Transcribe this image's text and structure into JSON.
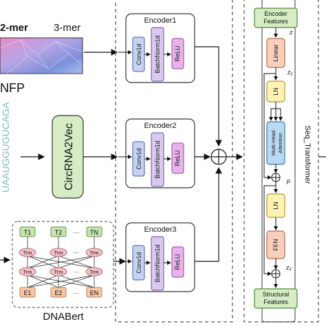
{
  "nfp": {
    "kmer_left": "2-mer",
    "kmer_right": "3-mer",
    "label": "NFP"
  },
  "sequence_text": "UAAUGGUGUCAGA",
  "circrna2vec": {
    "label": "CircRNA2Vec"
  },
  "dnabert": {
    "label": "DNABert",
    "top_tokens": [
      "T1",
      "T2",
      "···",
      "TN"
    ],
    "bottom_tokens": [
      "E1",
      "E2",
      "···",
      "EN"
    ],
    "node_label": "Trm",
    "ellipsis": "···"
  },
  "encoders": [
    {
      "title": "Encoder1",
      "conv": "Conv1d",
      "norm": "BatchNorm1d",
      "act": "ReLU"
    },
    {
      "title": "Encoder2",
      "conv": "Conv1d",
      "norm": "BatchNorm1d",
      "act": "ReLU"
    },
    {
      "title": "Encoder3",
      "conv": "Conv1d",
      "norm": "BatchNorm1d",
      "act": "ReLU"
    }
  ],
  "seq_transformer": {
    "label": "Seq_Transformer",
    "input_box": "Encoder Features",
    "linear": "Linear",
    "ln1": "LN",
    "attention": "Multi-Head Attention",
    "ln2": "LN",
    "ffn": "FFN",
    "output_box": "Structural Features",
    "sym_z": "z",
    "sym_z1": "z₁",
    "sym_p": "p",
    "sym_z2": "z₂"
  },
  "colors": {
    "conv_fill": "#c7d3f2",
    "norm_fill": "#d9c9ef",
    "relu_fill": "#e8b2ec",
    "green_fill": "#d6ecc4",
    "ln_fill": "#fff2b3",
    "ffn_fill": "#f8cfbd",
    "attn_fill": "#b9d8f2",
    "token_green": "#c6e3b0",
    "token_orange": "#f6c7a7",
    "trm_fill": "#f3c0c8"
  }
}
